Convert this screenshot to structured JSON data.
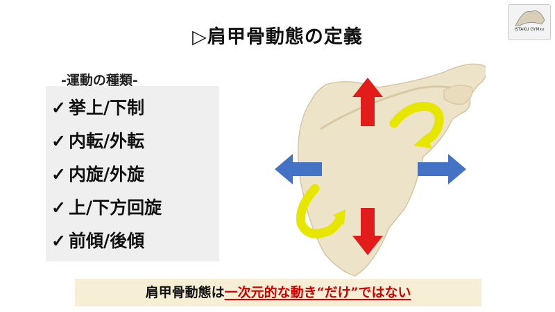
{
  "title": "▷肩甲骨動態の定義",
  "logo": {
    "text": "ISTAKU GYMxx"
  },
  "list": {
    "heading": "-運動の種類-",
    "check_glyph": "✓",
    "items": [
      {
        "label": "挙上/下制"
      },
      {
        "label": "内転/外転"
      },
      {
        "label": "内旋/外旋"
      },
      {
        "label": "上/下方回旋"
      },
      {
        "label": "前傾/後傾"
      }
    ]
  },
  "caption": {
    "part1": "肩甲骨動態は",
    "part2": "一次元的な動き“だけ”ではない"
  },
  "colors": {
    "red_arrow": "#e21b1b",
    "blue_arrow": "#4472c4",
    "yellow_arrow": "#e6e600",
    "bone": "#ede3c8"
  }
}
